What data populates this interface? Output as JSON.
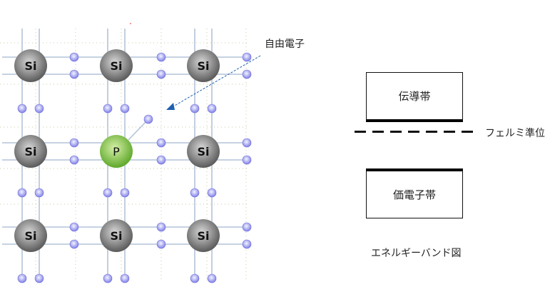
{
  "lattice": {
    "atoms": [
      {
        "symbol": "Si",
        "row": 0,
        "col": 0
      },
      {
        "symbol": "Si",
        "row": 0,
        "col": 1
      },
      {
        "symbol": "Si",
        "row": 0,
        "col": 2
      },
      {
        "symbol": "Si",
        "row": 1,
        "col": 0
      },
      {
        "symbol": "P",
        "row": 1,
        "col": 1
      },
      {
        "symbol": "Si",
        "row": 1,
        "col": 2
      },
      {
        "symbol": "Si",
        "row": 2,
        "col": 0
      },
      {
        "symbol": "Si",
        "row": 2,
        "col": 1
      },
      {
        "symbol": "Si",
        "row": 2,
        "col": 2
      }
    ],
    "colors": {
      "si_atom": "#7a7a7a",
      "p_atom": "#7fbf3a",
      "electron": "#8a8af0",
      "bond_line": "#b4c3d8",
      "grid_dot": "#c8c8a8",
      "arrow": "#1f5fb0"
    }
  },
  "labels": {
    "free_electron": "自由電子",
    "conduction_band": "伝導帯",
    "valence_band": "価電子帯",
    "fermi_level": "フェルミ準位",
    "diagram_title": "エネルギーバンド図"
  }
}
